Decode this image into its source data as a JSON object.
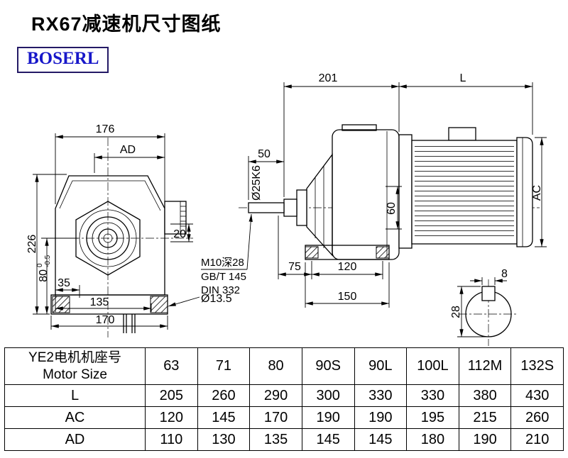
{
  "header": {
    "title": "RX67减速机尺寸图纸",
    "logo": "BOSERL"
  },
  "front_view": {
    "dim_176": "176",
    "dim_ad": "AD",
    "dim_226": "226",
    "dim_80": "80",
    "dim_80_tol_upper": "0",
    "dim_80_tol_lower": "-0.5",
    "dim_35": "35",
    "dim_135": "135",
    "dim_170": "170",
    "dim_20": "20",
    "dim_hole": "Ø13.5"
  },
  "side_view": {
    "dim_201": "201",
    "dim_L": "L",
    "dim_50": "50",
    "dim_shaft": "Ø25K6",
    "dim_60": "60",
    "dim_ac": "AC",
    "note_thread": "M10深28",
    "note_gb": "GB/T 145",
    "note_din": "DIN 332",
    "dim_75": "75",
    "dim_120": "120",
    "dim_150": "150"
  },
  "shaft_section": {
    "dim_key_width": "8",
    "dim_key_height": "28"
  },
  "table": {
    "header": {
      "label_cn": "YE2电机机座号",
      "label_en": "Motor Size",
      "sizes": [
        "63",
        "71",
        "80",
        "90S",
        "90L",
        "100L",
        "112M",
        "132S"
      ]
    },
    "rows": [
      {
        "label": "L",
        "values": [
          "205",
          "260",
          "290",
          "300",
          "330",
          "330",
          "380",
          "430"
        ]
      },
      {
        "label": "AC",
        "values": [
          "120",
          "145",
          "170",
          "190",
          "190",
          "195",
          "215",
          "260"
        ]
      },
      {
        "label": "AD",
        "values": [
          "110",
          "130",
          "135",
          "145",
          "145",
          "180",
          "190",
          "210"
        ]
      }
    ]
  }
}
